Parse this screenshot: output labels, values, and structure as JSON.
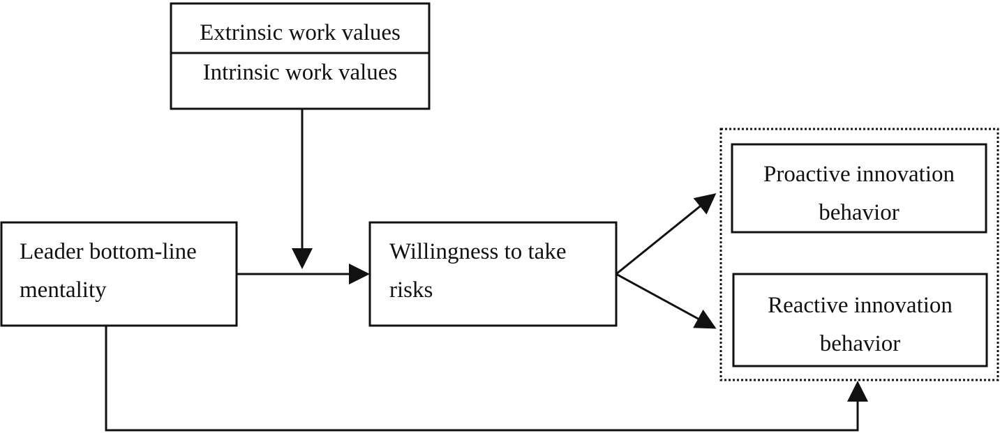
{
  "moderator": {
    "line1": "Extrinsic work values",
    "line2": "Intrinsic work values"
  },
  "independent": {
    "line1": "Leader  bottom-line",
    "line2": "mentality"
  },
  "mediator": {
    "line1": "Willingness to take",
    "line2": "risks"
  },
  "outcomes": {
    "proactive_line1": "Proactive innovation",
    "proactive_line2": "behavior",
    "reactive_line1": "Reactive innovation",
    "reactive_line2": "behavior"
  },
  "colors": {
    "stroke": "#111111",
    "background": "#ffffff"
  }
}
